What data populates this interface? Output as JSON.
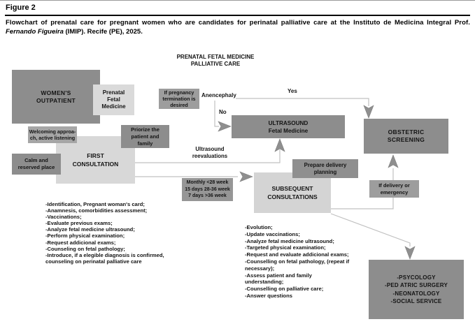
{
  "header": {
    "figure_label": "Figure 2",
    "caption_line1": "Flowchart of prenatal care for pregnant women who are candidates for perinatal palliative care at the Instituto de Medicina Integral Prof.",
    "caption_italic": "Fernando Figueira",
    "caption_rest": " (IMIP). Recife (PE), 2025."
  },
  "diagram": {
    "title": [
      "PRENATAL FETAL MEDICINE",
      "PALLIATIVE CARE"
    ],
    "boxes": {
      "womens_outpatient": [
        "WOMEN'S",
        "OUTPATIENT"
      ],
      "prenatal_fetal": [
        "Prenatal",
        "Fetal",
        "Medicine"
      ],
      "if_pregnancy_termination": [
        "If pregnancy",
        "termination is",
        "desired"
      ],
      "welcoming": [
        "Welcoming approa-",
        "ch, active listening"
      ],
      "priorize": [
        "Priorize the",
        "patient and",
        "family"
      ],
      "first_consultation": [
        "FIRST",
        "CONSULTATION"
      ],
      "calm": [
        "Calm and",
        "reserved place"
      ],
      "ultrasound": [
        "ULTRASOUND",
        "Fetal Medicine"
      ],
      "obstetric_screening": [
        "OBSTETRIC",
        "SCREENING"
      ],
      "monthly_schedule": [
        "Monthly <28 week",
        "15 days 28-36 week",
        "7 days >36 week"
      ],
      "subsequent_consultations": [
        "SUBSEQUENT",
        "CONSULTATIONS"
      ],
      "prepare_delivery": [
        "Prepare delivery",
        "planning"
      ],
      "if_delivery": [
        "If delivery or",
        "emergency"
      ],
      "services": [
        "-PSYCOLOGY",
        "-PED ATRIC SURGERY",
        "-NEONATOLOGY",
        "-SOCIAL SERVICE"
      ]
    },
    "labels": {
      "anencephaly": "Anencephaly",
      "yes": "Yes",
      "no": "No",
      "ultrasound_reevaluations": [
        "Ultrasound",
        "reevaluations"
      ]
    },
    "first_consultation_list": [
      "-Identification, Pregnant woman's card;",
      "-Anamnesis, comorbidities assessment;",
      "-Vaccinations;",
      "-Evaluate previous exams;",
      "-Analyze fetal medicine ultrasound;",
      "-Perform physical examination;",
      "-Request addicional exams;",
      "-Counseling on fetal pathology;",
      "-Introduce, if a elegible diagnosis is confirmed,",
      "counseling on perinatal palliative care"
    ],
    "subsequent_consultation_list": [
      "-Evolution;",
      "-Update vaccinations;",
      "-Analyze fetal medicine ultrasound;",
      "-Targeted physical examination;",
      "-Request and evaluate addicional exams;",
      "-Counselling on fetal pathology, (repeat if",
      "necessary);",
      "-Assess patient and family understanding;",
      "-Counselling on palliative care;",
      "-Answer questions"
    ],
    "colors": {
      "box_dark": "#8d8d8d",
      "box_medium": "#9d9d9d",
      "box_light": "#d6d6d6",
      "connector_line": "#c0c0c0",
      "arrowhead": "#8f8f8f",
      "header_rule": "#000000"
    }
  }
}
